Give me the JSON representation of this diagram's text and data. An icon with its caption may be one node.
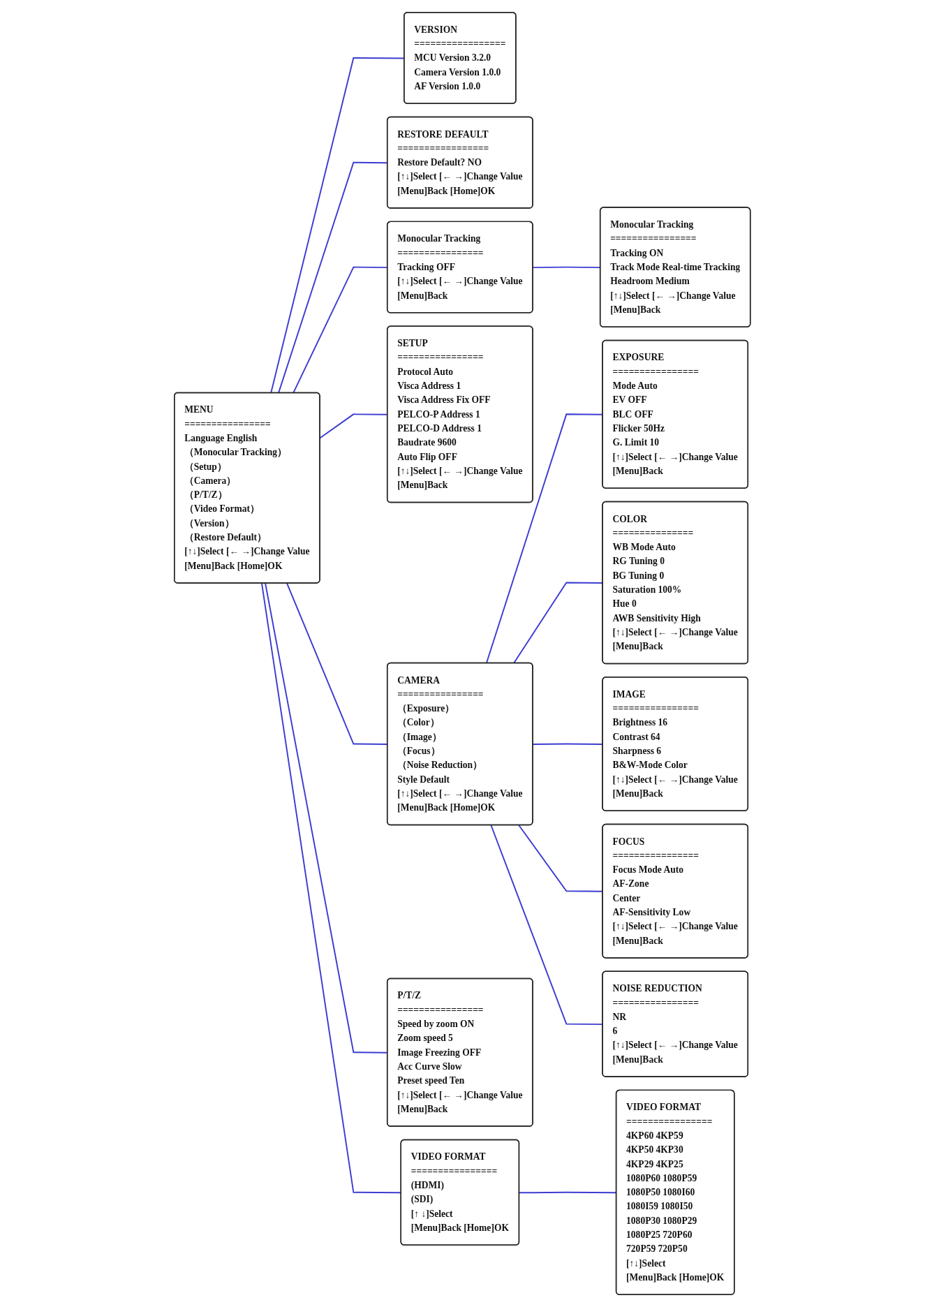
{
  "diagram": {
    "nodes": [
      {
        "text": [
          "MENU",
          "================",
          "Language English",
          "（Monocular Tracking）",
          "（Setup）",
          "（Camera）",
          "（P/T/Z）",
          "（Video Format）",
          "（Version）",
          "（Restore Default）",
          "[↑↓]Select [← →]Change Value",
          "[Menu]Back [Home]OK"
        ]
      },
      {
        "text": [
          "VERSION",
          "=================",
          "MCU Version 3.2.0",
          "Camera Version 1.0.0",
          "AF Version 1.0.0"
        ]
      },
      {
        "text": [
          "RESTORE DEFAULT",
          "=================",
          "Restore Default? NO",
          "[↑↓]Select [← →]Change Value",
          "[Menu]Back [Home]OK"
        ]
      },
      {
        "text": [
          "Monocular Tracking",
          "================",
          "Tracking OFF",
          "[↑↓]Select [← →]Change Value",
          "[Menu]Back"
        ]
      },
      {
        "text": [
          "SETUP",
          "================",
          "Protocol Auto",
          "Visca Address 1",
          "Visca Address Fix OFF",
          "PELCO-P Address 1",
          "PELCO-D Address 1",
          "Baudrate 9600",
          "Auto Flip OFF",
          "[↑↓]Select [← →]Change Value",
          "[Menu]Back"
        ]
      },
      {
        "text": [
          "CAMERA",
          "================",
          "（Exposure）",
          "（Color）",
          "（Image）",
          "（Focus）",
          "（Noise Reduction）",
          "Style Default",
          "[↑↓]Select [← →]Change Value",
          "[Menu]Back [Home]OK"
        ]
      },
      {
        "text": [
          "P/T/Z",
          "================",
          "Speed by zoom ON",
          "Zoom speed 5",
          "Image Freezing OFF",
          "Acc Curve Slow",
          "Preset speed Ten",
          "[↑↓]Select [← →]Change Value",
          "[Menu]Back"
        ]
      },
      {
        "text": [
          "VIDEO FORMAT",
          "================",
          "(HDMI)",
          "(SDI)",
          "[↑ ↓]Select",
          "[Menu]Back [Home]OK"
        ]
      },
      {
        "text": [
          "EXPOSURE",
          "================",
          "Mode Auto",
          "EV OFF",
          "BLC OFF",
          "Flicker 50Hz",
          "G. Limit 10",
          "[↑↓]Select [← →]Change Value",
          "[Menu]Back"
        ]
      },
      {
        "text": [
          "COLOR",
          "===============",
          "WB Mode Auto",
          "RG Tuning 0",
          "BG Tuning 0",
          "Saturation 100%",
          "Hue 0",
          "AWB Sensitivity High",
          "[↑↓]Select [← →]Change Value",
          "[Menu]Back"
        ]
      },
      {
        "text": [
          "IMAGE",
          "================",
          "Brightness 16",
          "Contrast 64",
          "Sharpness 6",
          "B&W-Mode Color",
          "[↑↓]Select [← →]Change Value",
          "[Menu]Back"
        ]
      },
      {
        "text": [
          "FOCUS",
          "================",
          "Focus Mode Auto",
          "AF-Zone",
          "Center",
          "AF-Sensitivity Low",
          "[↑↓]Select [← →]Change Value",
          "[Menu]Back"
        ]
      },
      {
        "text": [
          "NOISE REDUCTION",
          "================",
          "NR",
          "6",
          "[↑↓]Select [← →]Change Value",
          "[Menu]Back"
        ]
      },
      {
        "text": [
          "Monocular Tracking",
          "================",
          "Tracking ON",
          "Track Mode Real-time Tracking",
          "Headroom Medium",
          "[↑↓]Select [← →]Change Value",
          "[Menu]Back"
        ]
      },
      {
        "text": [
          "VIDEO FORMAT",
          "================",
          "4KP60 4KP59",
          "4KP50 4KP30",
          "4KP29 4KP25",
          "1080P60 1080P59",
          "1080P50 1080I60",
          "1080I59 1080I50",
          "1080P30 1080P29",
          "1080P25 720P60",
          "720P59 720P50",
          "[↑↓]Select",
          "[Menu]Back [Home]OK"
        ]
      }
    ],
    "edges": [
      {
        "from": 0,
        "to": 3,
        "arrow": "none"
      },
      {
        "from": 0,
        "to": 4,
        "arrow": "none"
      },
      {
        "from": 0,
        "to": 5,
        "arrow": "none"
      },
      {
        "from": 0,
        "to": 6,
        "arrow": "none"
      },
      {
        "from": 0,
        "to": 7,
        "arrow": "none"
      },
      {
        "from": 0,
        "to": 1,
        "arrow": "none"
      },
      {
        "from": 0,
        "to": 2,
        "arrow": "none"
      },
      {
        "from": 3,
        "to": 13,
        "arrow": "none"
      },
      {
        "from": 5,
        "to": 8,
        "arrow": "none"
      },
      {
        "from": 5,
        "to": 9,
        "arrow": "none"
      },
      {
        "from": 5,
        "to": 10,
        "arrow": "none"
      },
      {
        "from": 5,
        "to": 11,
        "arrow": "none"
      },
      {
        "from": 5,
        "to": 12,
        "arrow": "none"
      },
      {
        "from": 7,
        "to": 14,
        "arrow": "none"
      }
    ]
  }
}
